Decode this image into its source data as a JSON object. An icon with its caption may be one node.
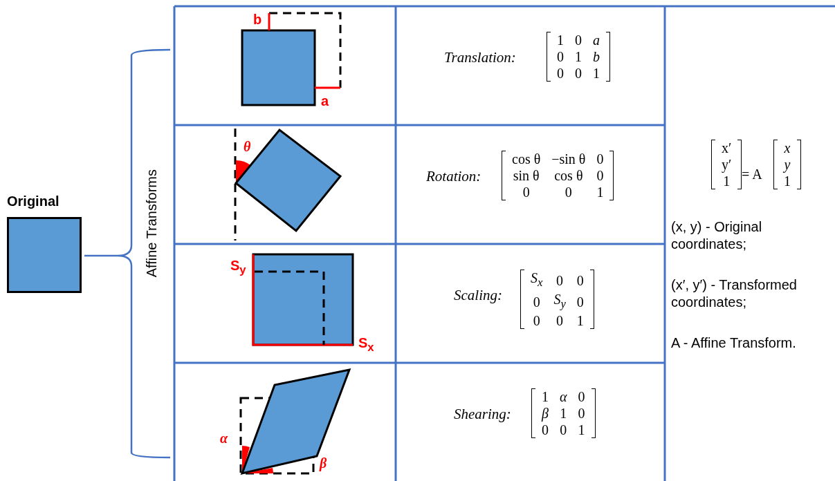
{
  "diagram": {
    "nodes": [
      {
        "text": [
          "Original"
        ]
      }
    ],
    "labels": [
      "Affine Transforms",
      "b",
      "a",
      "Translation:",
      "1",
      "0",
      "a",
      "0",
      "1",
      "b",
      "0",
      "0",
      "1",
      "θ",
      "Rotation:",
      "cos θ",
      "−sin θ",
      "0",
      "sin θ",
      "cos θ",
      "0",
      "0",
      "0",
      "1",
      "S$_{y}$",
      "Scaling:",
      "S$_{x}$",
      "0",
      "0",
      "0",
      "S$_{y}$",
      "0",
      "0",
      "0",
      "1",
      "S$_{x}$",
      "Shearing:",
      "1",
      "α",
      "0",
      "β",
      "1",
      "0",
      "0",
      "0",
      "1",
      "α",
      "β",
      "x′",
      "y′",
      "1",
      "= A",
      "x",
      "y",
      "1",
      "(x, y) - Original coordinates;",
      "(x′, y′) - Transformed coordinates;",
      "A - Affine Transform."
    ]
  }
}
